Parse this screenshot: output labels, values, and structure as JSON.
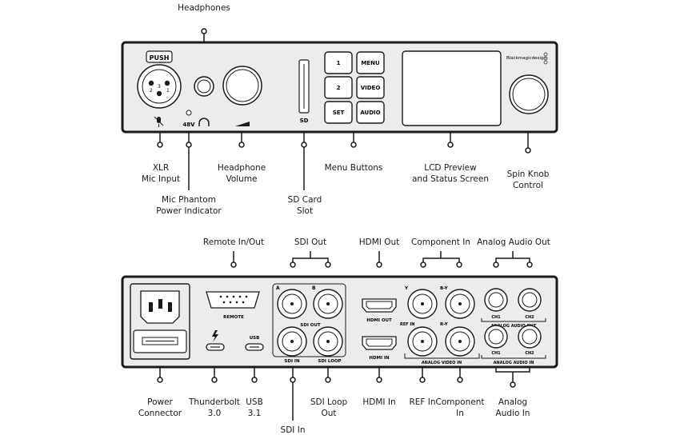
{
  "front_panel": {
    "push_label": "PUSH",
    "xlr_pins": [
      "2",
      "3",
      "1"
    ],
    "phantom_label": "48V",
    "sd_label": "SD",
    "buttons": [
      "1",
      "MENU",
      "2",
      "VIDEO",
      "SET",
      "AUDIO"
    ],
    "brand": "Blackmagicdesign"
  },
  "rear_panel": {
    "remote": "REMOTE",
    "sdi_a": "A",
    "sdi_b": "B",
    "sdi_out": "SDI OUT",
    "sdi_in": "SDI IN",
    "sdi_loop": "SDI LOOP",
    "hdmi_out": "HDMI OUT",
    "hdmi_in": "HDMI IN",
    "y": "Y",
    "by": "B-Y",
    "ry": "R-Y",
    "ref_in": "REF IN",
    "analog_video_in": "ANALOG VIDEO IN",
    "usb": "USB",
    "ch1_out": "CH1",
    "ch2_out": "CH2",
    "analog_audio_out": "ANALOG AUDIO OUT",
    "ch1_in": "CH1",
    "ch2_in": "CH2",
    "analog_audio_in": "ANALOG AUDIO IN"
  },
  "callouts": {
    "headphones": "Headphones",
    "xlr": [
      "XLR",
      "Mic Input"
    ],
    "phantom": [
      "Mic Phantom",
      "Power Indicator"
    ],
    "headphone_volume": [
      "Headphone",
      "Volume"
    ],
    "sd_card": [
      "SD Card",
      "Slot"
    ],
    "menu_buttons": "Menu Buttons",
    "lcd": [
      "LCD Preview",
      "and Status Screen"
    ],
    "spin_knob": [
      "Spin Knob",
      "Control"
    ],
    "remote_io": "Remote In/Out",
    "sdi_out": "SDI Out",
    "hdmi_out": "HDMI Out",
    "component_in": "Component In",
    "analog_audio_out": "Analog Audio Out",
    "power_connector": [
      "Power",
      "Connector"
    ],
    "thunderbolt": [
      "Thunderbolt",
      "3.0"
    ],
    "usb": [
      "USB",
      "3.1"
    ],
    "sdi_in": "SDI In",
    "sdi_loop_out": [
      "SDI Loop",
      "Out"
    ],
    "hdmi_in": "HDMI In",
    "ref_in": "REF In",
    "component_in_bottom": [
      "Component",
      "In"
    ],
    "analog_audio_in": [
      "Analog",
      "Audio In"
    ]
  }
}
